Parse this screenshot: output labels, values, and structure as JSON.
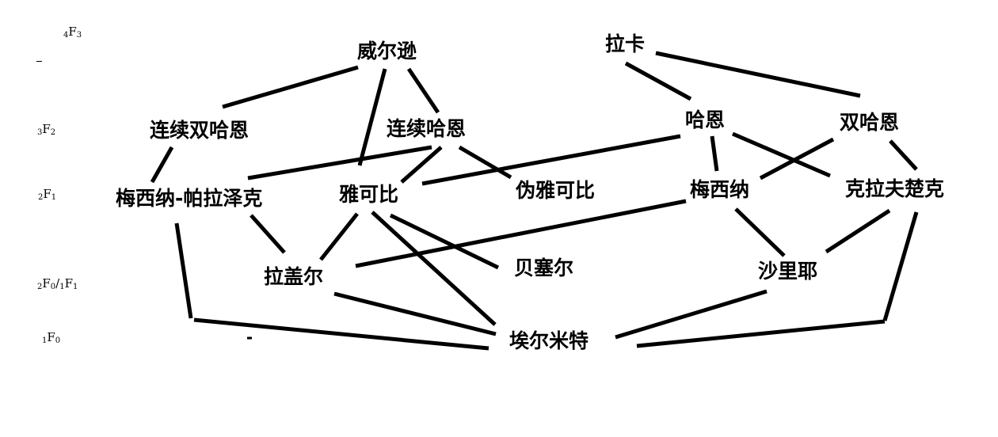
{
  "levels": {
    "l4f3": {
      "pre": "4",
      "letter": "F",
      "sub": "3"
    },
    "l3f2": {
      "pre": "3",
      "letter": "F",
      "sub": "2"
    },
    "l2f1": {
      "pre": "2",
      "letter": "F",
      "sub": "1"
    },
    "l2f0_1f1": {
      "pre": "2",
      "letter": "F",
      "sub": "0",
      "slash": "/",
      "pre2": "1",
      "letter2": "F",
      "sub2": "1"
    },
    "l1f0": {
      "pre": "1",
      "letter": "F",
      "sub": "0"
    }
  },
  "nodes": {
    "wilson": "威尔逊",
    "laka": "拉卡",
    "cont_double_hahn": "连续双哈恩",
    "cont_hahn": "连续哈恩",
    "hahn": "哈恩",
    "double_hahn": "双哈恩",
    "meixner_pollaczek": "梅西纳-帕拉泽克",
    "jacobi": "雅可比",
    "pseudo_jacobi": "伪雅可比",
    "meixner": "梅西纳",
    "krawtchouk": "克拉夫楚克",
    "laguerre": "拉盖尔",
    "bessel": "贝塞尔",
    "charlier": "沙里耶",
    "hermite": "埃尔米特"
  }
}
